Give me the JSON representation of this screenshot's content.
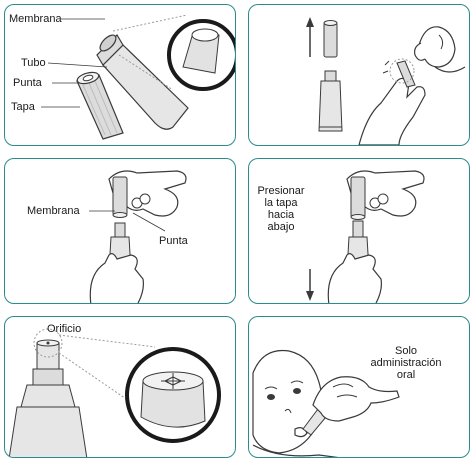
{
  "panel1": {
    "membrana": "Membrana",
    "tubo": "Tubo",
    "punta": "Punta",
    "tapa": "Tapa"
  },
  "panel3": {
    "membrana": "Membrana",
    "punta": "Punta"
  },
  "panel4": {
    "line1": "Presionar",
    "line2": "la tapa",
    "line3": "hacia",
    "line4": "abajo"
  },
  "panel5": {
    "orificio": "Orificio"
  },
  "panel6": {
    "line1": "Solo",
    "line2": "administración",
    "line3": "oral"
  },
  "colors": {
    "border": "#2b8c8c",
    "stroke": "#3a3a3a",
    "tube": "#e6e6e6",
    "dotted": "#9a9a9a"
  }
}
